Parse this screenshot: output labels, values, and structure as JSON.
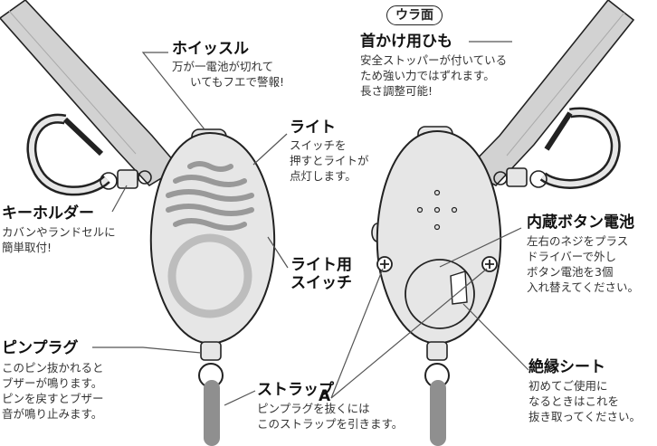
{
  "back_side_label": "ウラ面",
  "callouts": {
    "whistle": {
      "title": "ホイッスル",
      "lines": [
        "万が一電池が切れて",
        "いてもフエで警報!"
      ]
    },
    "light": {
      "title": "ライト",
      "lines": [
        "スイッチを",
        "押すとライトが",
        "点灯します。"
      ]
    },
    "keyholder": {
      "title": "キーホルダー",
      "lines": [
        "カバンやランドセルに",
        "簡単取付!"
      ]
    },
    "light_switch": {
      "title_lines": [
        "ライト用",
        "スイッチ"
      ]
    },
    "pin_plug": {
      "title": "ピンプラグ",
      "lines": [
        "このピン抜かれると",
        "ブザーが鳴ります。",
        "ピンを戻すとブザー",
        "音が鳴り止みます。"
      ]
    },
    "strap": {
      "title": "ストラップ",
      "lines": [
        "ピンプラグを抜くには",
        "このストラップを引きます。"
      ]
    },
    "neck_strap": {
      "title": "首かけ用ひも",
      "lines": [
        "安全ストッパーが付いている",
        "ため強い力ではずれます。",
        "長さ調整可能!"
      ]
    },
    "battery": {
      "title": "内蔵ボタン電池",
      "lines": [
        "左右のネジをプラス",
        "ドライバーで外し",
        "ボタン電池を3個",
        "入れ替えてください。"
      ]
    },
    "screw_marker": {
      "title": "A"
    },
    "insulation_sheet": {
      "title": "絶縁シート",
      "lines": [
        "初めてご使用に",
        "なるときはこれを",
        "抜き取ってください。"
      ]
    }
  },
  "colors": {
    "body": "#e6e6e6",
    "outline": "#222222",
    "lanyard": "#d2d2d2",
    "strap": "#8f8f8f",
    "leader_line": "#555555"
  }
}
